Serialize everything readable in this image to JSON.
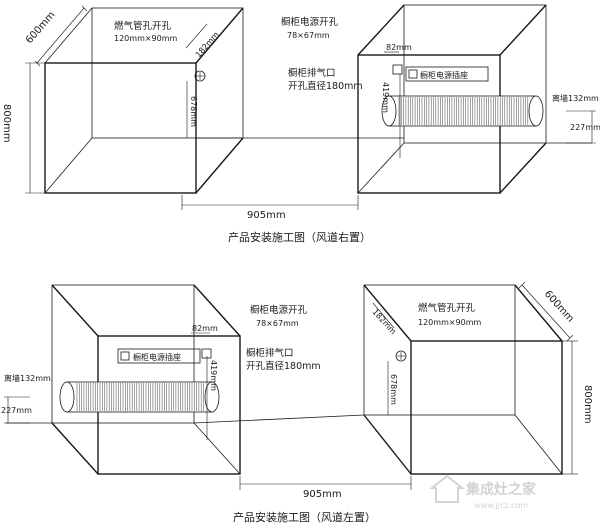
{
  "top": {
    "dims": {
      "depth": "600mm",
      "height": "800mm",
      "width": "905mm",
      "gas_hole_offset": "182mm",
      "gas_hole_height": "678mm",
      "socket_offset": "82mm",
      "exhaust_height": "419mm",
      "wall_dist": "离墙132mm",
      "floor_height": "227mm"
    },
    "labels": {
      "gas_hole_title": "燃气管孔开孔",
      "gas_hole_size": "120mm×90mm",
      "power_title": "橱柜电源开孔",
      "power_size": "78×67mm",
      "exhaust_title": "橱柜排气口",
      "exhaust_size": "开孔直径180mm",
      "socket": "橱柜电源插座"
    },
    "caption": "产品安装施工图（风道右置）"
  },
  "bottom": {
    "dims": {
      "depth": "600mm",
      "height": "800mm",
      "width": "905mm",
      "gas_hole_offset": "182mm",
      "gas_hole_height": "678mm",
      "socket_offset": "82mm",
      "exhaust_height": "419mm",
      "wall_dist": "离墙132mm",
      "floor_height": "227mm"
    },
    "labels": {
      "gas_hole_title": "燃气管孔开孔",
      "gas_hole_size": "120mm×90mm",
      "power_title": "橱柜电源开孔",
      "power_size": "78×67mm",
      "exhaust_title": "橱柜排气口",
      "exhaust_size": "开孔直径180mm",
      "socket": "橱柜电源插座"
    },
    "caption": "产品安装施工图（风道左置）"
  },
  "watermark": {
    "text": "集成灶之家",
    "url": "www.jjcz.com"
  }
}
